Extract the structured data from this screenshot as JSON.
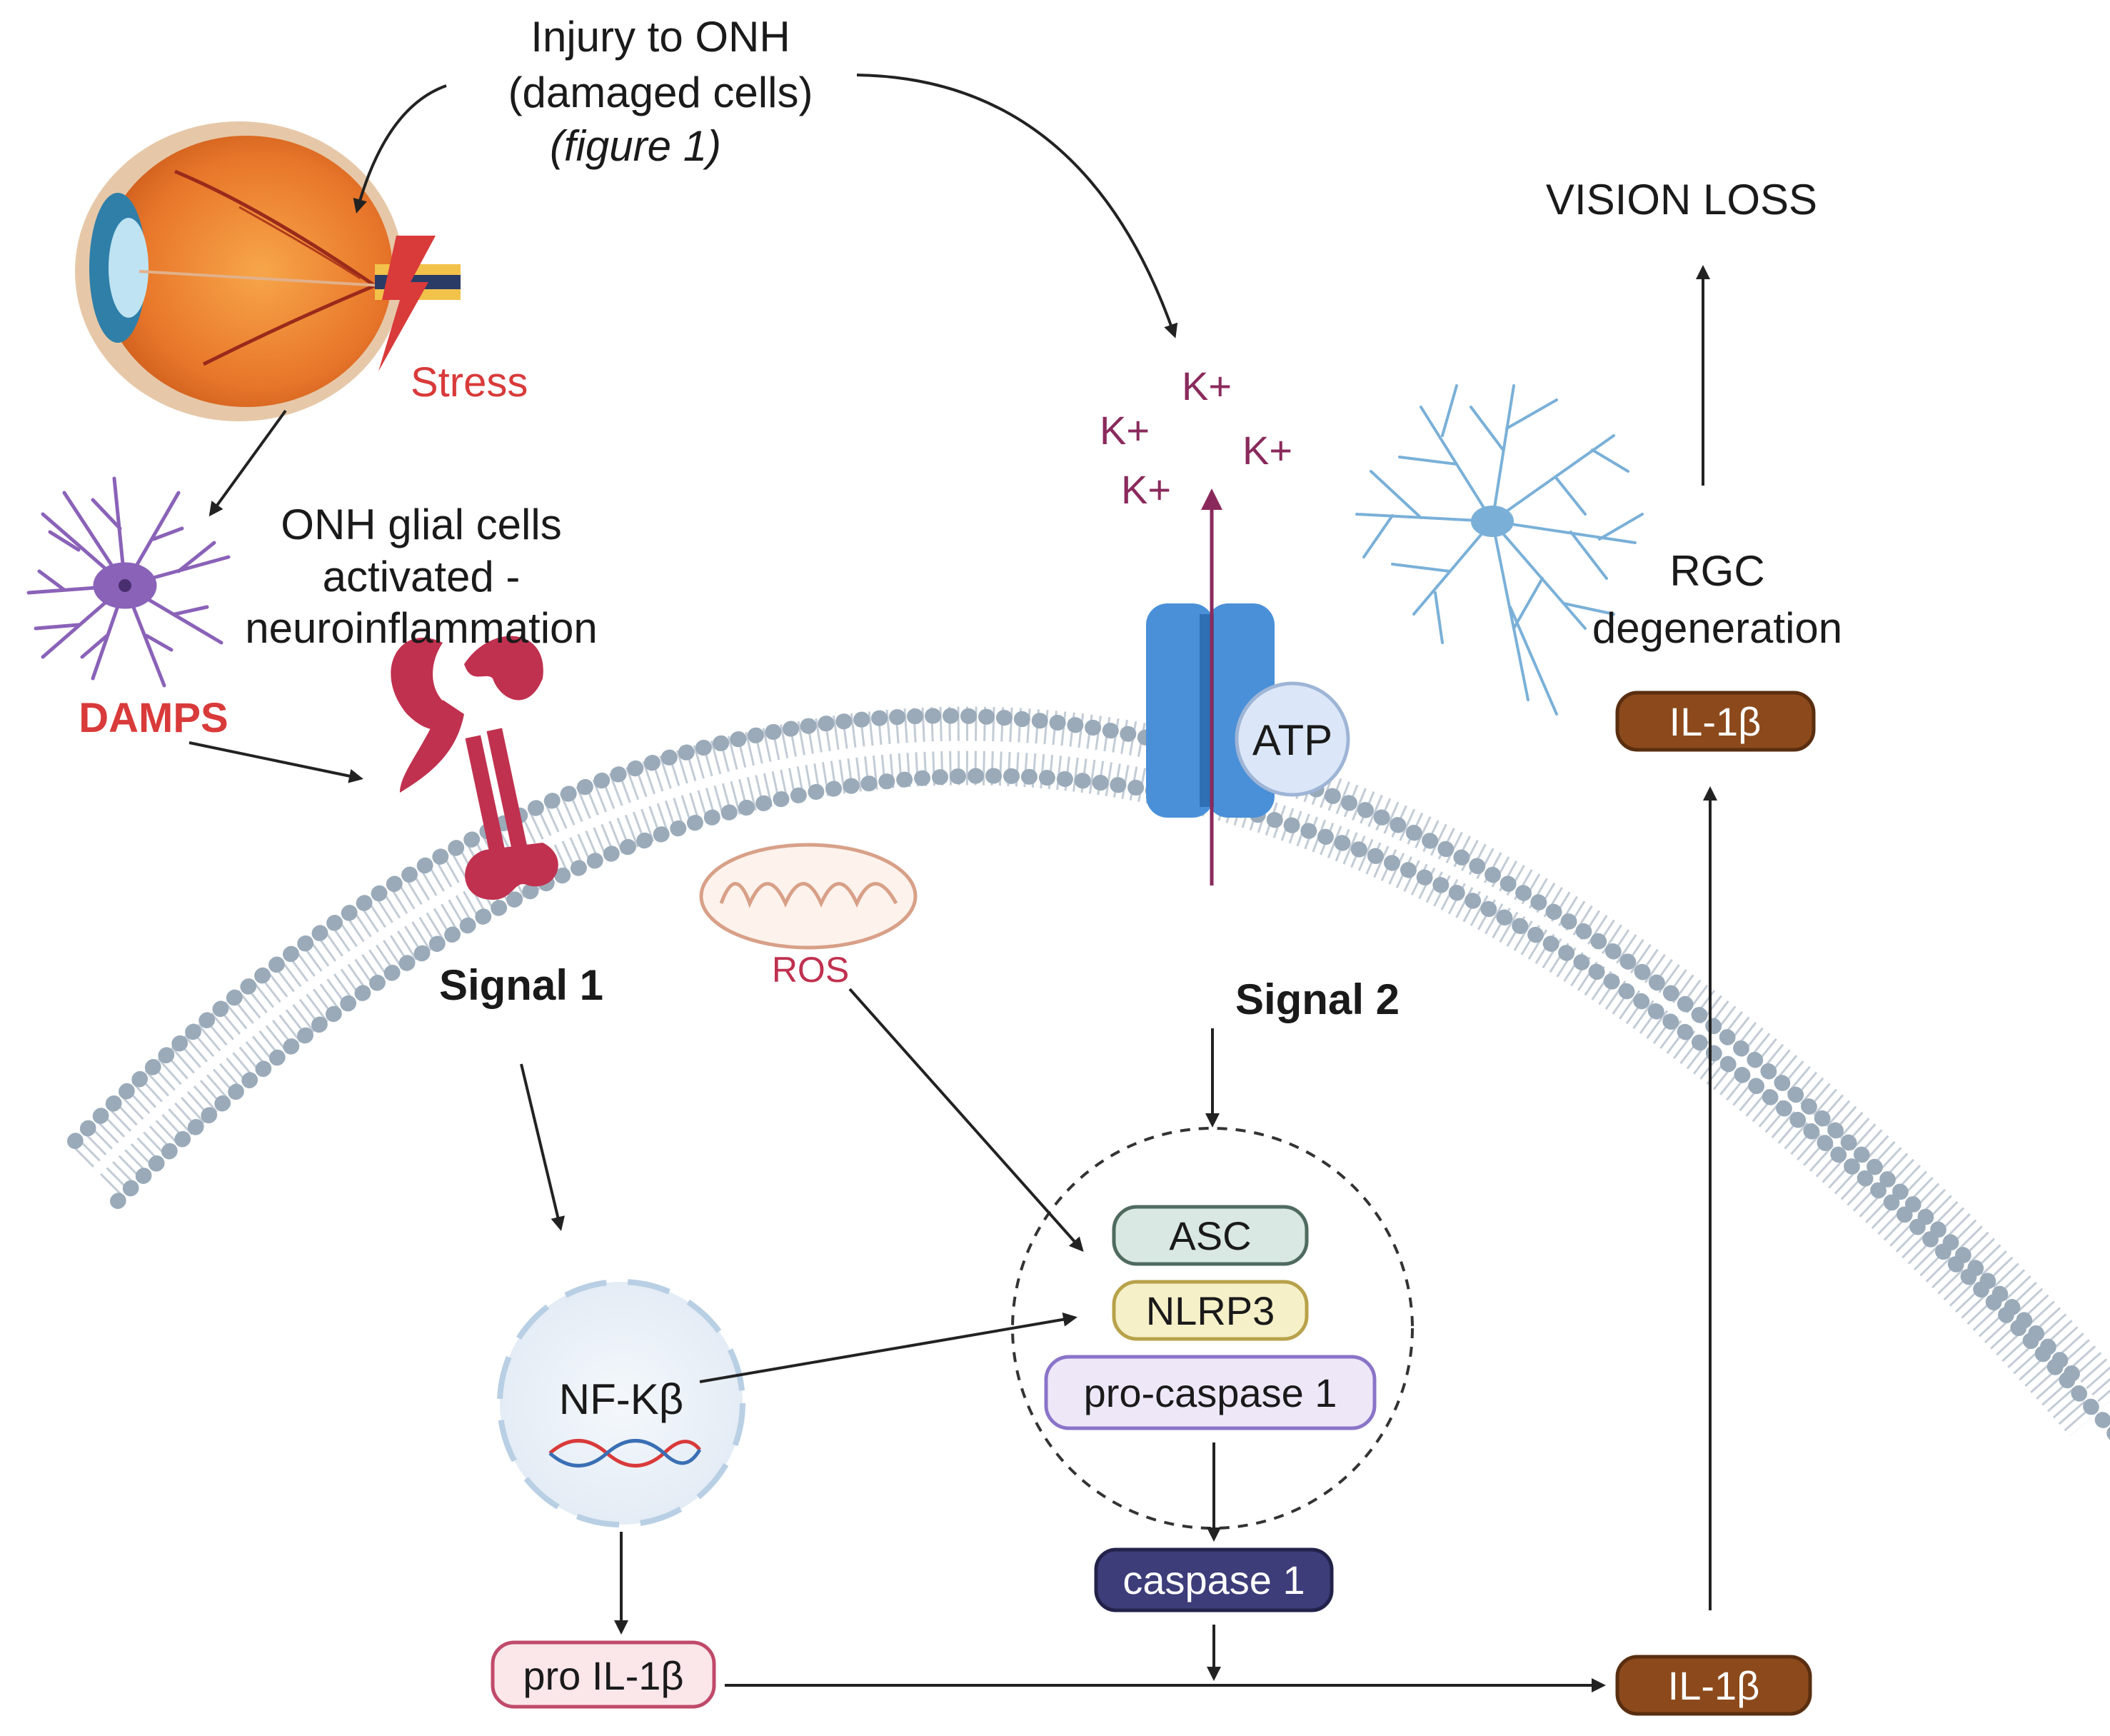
{
  "labels": {
    "injury_line1": "Injury to ONH",
    "injury_line2": "(damaged cells)",
    "injury_ref": "(figure 1)",
    "stress": "Stress",
    "glial_line1": "ONH glial cells",
    "glial_line2": "activated -",
    "glial_line3": "neuroinflammation",
    "damps": "DAMPS",
    "signal1": "Signal 1",
    "signal2": "Signal 2",
    "ros": "ROS",
    "atp": "ATP",
    "k_ion": "K+",
    "vision_loss": "VISION LOSS",
    "rgc_line1": "RGC",
    "rgc_line2": "degeneration",
    "il1b": "IL-1β",
    "nfkb": "NF-Kβ",
    "asc": "ASC",
    "nlrp3": "NLRP3",
    "pro_caspase1": "pro-caspase 1",
    "caspase1": "caspase 1",
    "pro_il1b": "pro IL-1β"
  },
  "colors": {
    "membrane_head": "#9aaab9",
    "membrane_tail": "#c3ccd6",
    "receptor": "#c0314f",
    "channel": "#4a90d8",
    "atp_fill": "#dbe7f8",
    "potassium": "#8a2a5c",
    "stress_red": "#d93a3a",
    "il1b_fill": "#8c4a1c",
    "asc_fill": "#d9e8e2",
    "nlrp3_fill": "#f5f0c8",
    "pro_caspase_fill": "#ede7f8",
    "caspase_fill": "#3d3d7a",
    "pro_il1b_fill": "#fbe6ea",
    "astrocyte": "#8a62b8",
    "rgc_neuron": "#7ab0d8",
    "mitochondria": "#d8a088"
  }
}
